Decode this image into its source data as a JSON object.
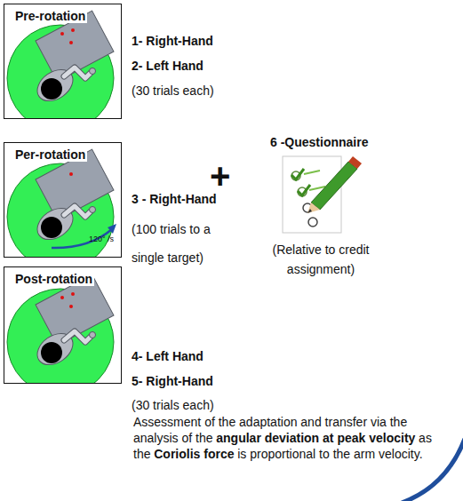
{
  "diagram": {
    "nodes": [
      {
        "text": [
          "Pre-rotation"
        ]
      },
      {
        "text": [
          "Per-rotation"
        ]
      },
      {
        "text": [
          "Post-rotation"
        ]
      }
    ],
    "labels": [
      "1- Right-Hand",
      "2- Left Hand",
      "(30 trials each)",
      "120° /s",
      "3 - Right-Hand",
      "(100 trials to a single target)",
      "+",
      "6 -Questionnaire",
      "(Relative to credit assignment)",
      "4- Left Hand",
      "5- Right-Hand",
      "(30 trials each)",
      "Assessment of the adaptation and transfer via the analysis of the",
      "angular deviation at peak velocity",
      "as the",
      "Coriolis force",
      "is proportional to the arm velocity."
    ]
  }
}
